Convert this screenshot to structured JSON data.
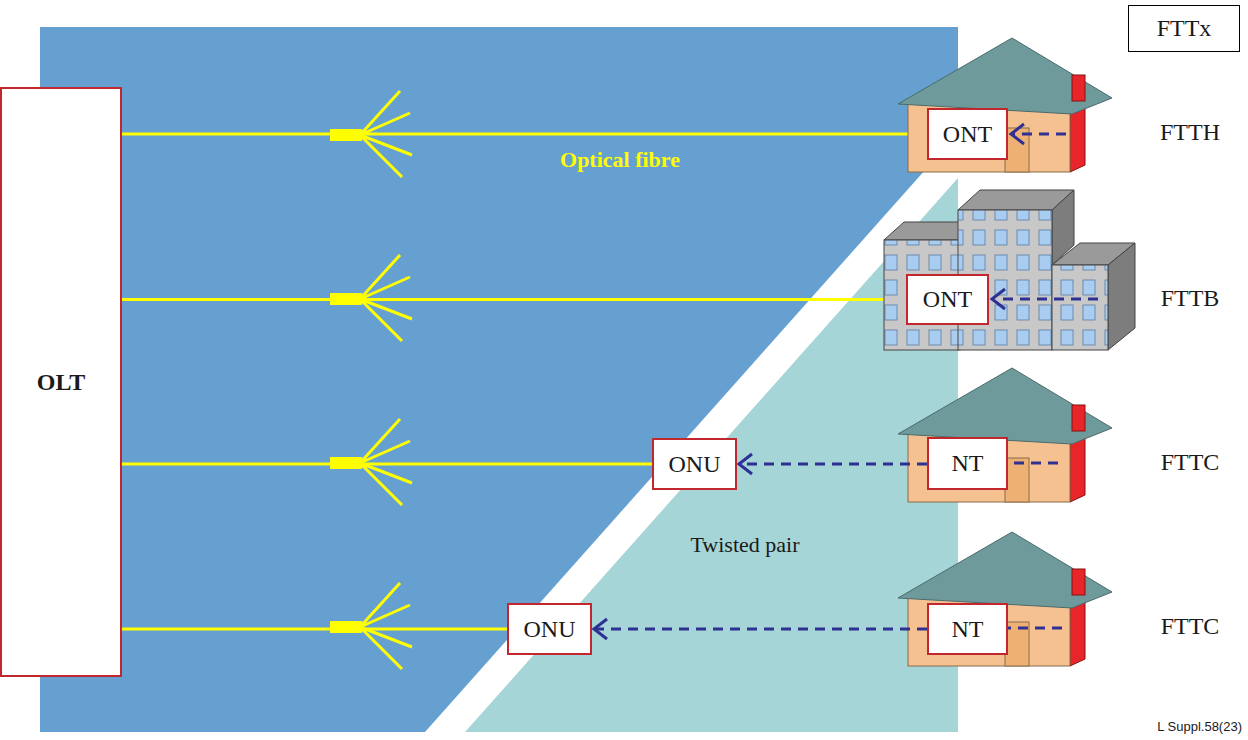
{
  "diagram": {
    "nodes": [
      {
        "text": [
          "FTTx"
        ]
      },
      {
        "text": [
          "OLT"
        ]
      },
      {
        "text": [
          "ONT"
        ]
      },
      {
        "text": [
          "ONT"
        ]
      },
      {
        "text": [
          "ONU"
        ]
      },
      {
        "text": [
          "NT"
        ]
      },
      {
        "text": [
          "ONU"
        ]
      },
      {
        "text": [
          "NT"
        ]
      }
    ],
    "edges": [
      {
        "from": 1,
        "to": 2,
        "arrow": "none"
      },
      {
        "from": 1,
        "to": 3,
        "arrow": "none"
      },
      {
        "from": 1,
        "to": 4,
        "arrow": "none"
      },
      {
        "from": 1,
        "to": 6,
        "arrow": "none"
      },
      {
        "from": 5,
        "to": 4,
        "arrow": "to"
      },
      {
        "from": 7,
        "to": 6,
        "arrow": "to"
      }
    ],
    "labels": [
      "FTTH",
      "Optical fibre",
      "FTTB",
      "FTTC",
      "Twisted pair",
      "FTTC",
      "L Suppl.58(23)"
    ]
  }
}
